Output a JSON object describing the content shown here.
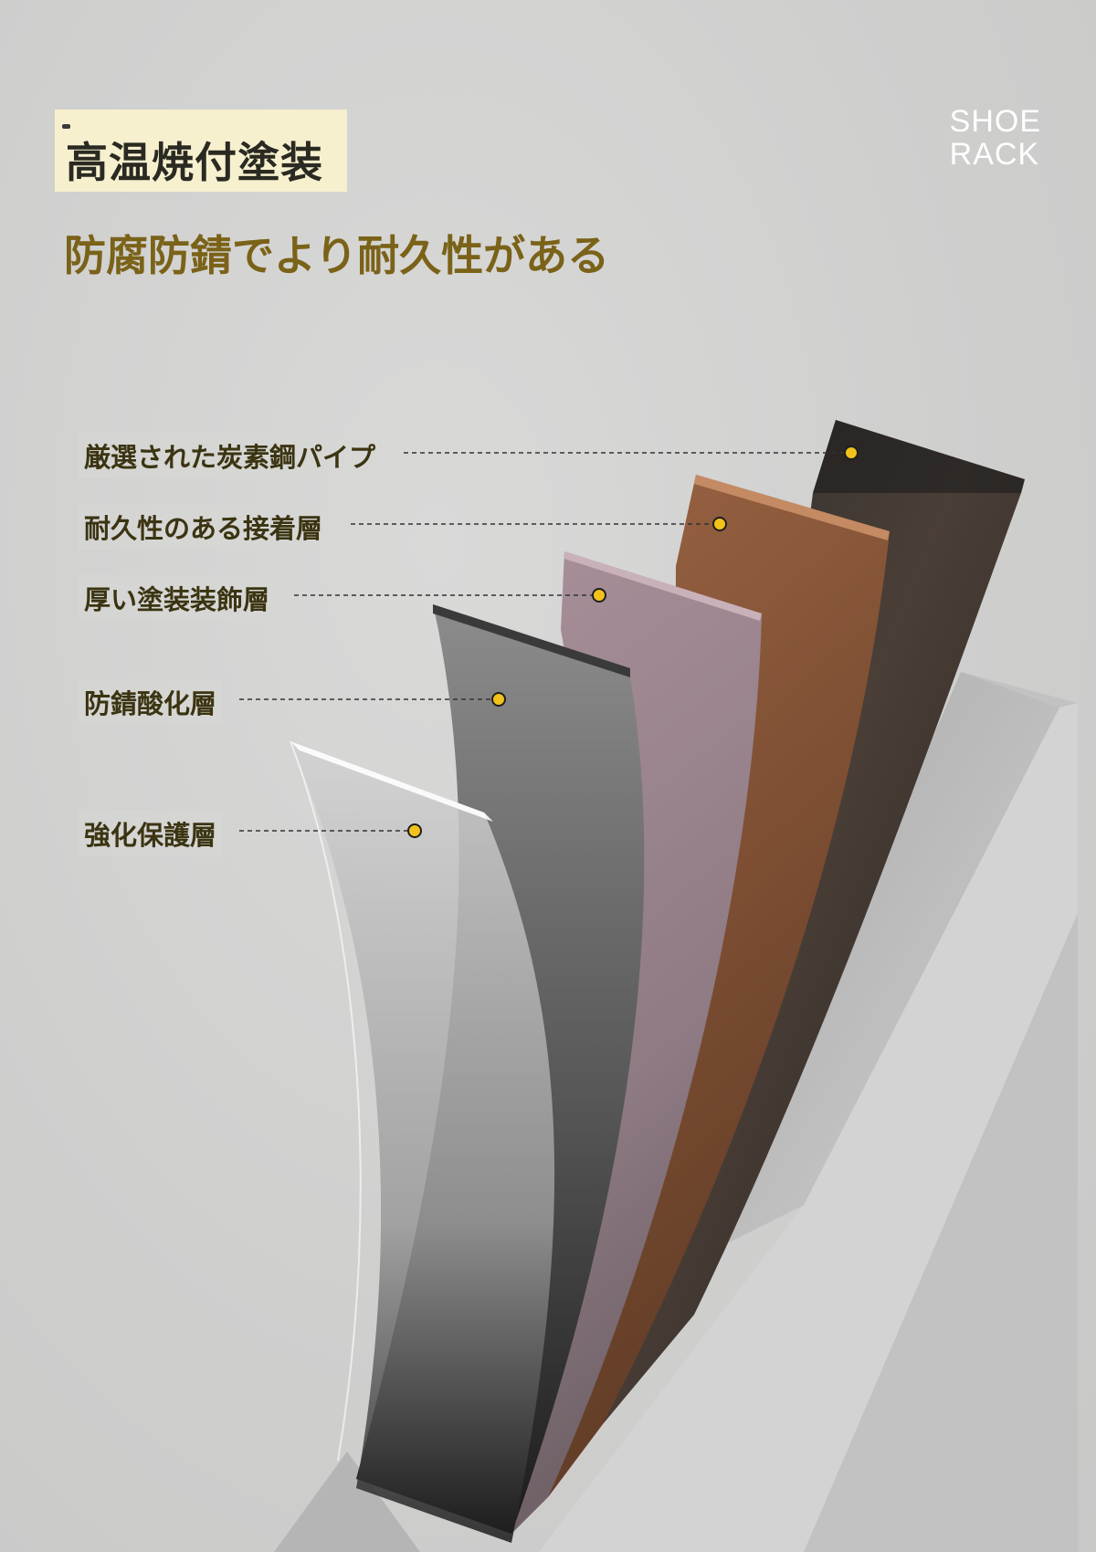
{
  "header": {
    "title": "高温焼付塗装",
    "subtitle": "防腐防錆でより耐久性がある"
  },
  "brand": {
    "line1": "SHOE",
    "line2": "RACK"
  },
  "layers": [
    {
      "label": "厳選された炭素鋼パイプ"
    },
    {
      "label": "耐久性のある接着層"
    },
    {
      "label": "厚い塗装装飾層"
    },
    {
      "label": "防錆酸化層"
    },
    {
      "label": "強化保護層"
    }
  ],
  "colors": {
    "accent": "#7a6218",
    "title_bg": "#f7f0cf",
    "marker": "#f2c21b",
    "layer_steel": "#2e2c2b",
    "layer_adhesive": "#8a5a3a",
    "layer_coating": "#a28a92",
    "layer_oxide": "#7c7c7c",
    "layer_protect": "#d6d6d6"
  }
}
